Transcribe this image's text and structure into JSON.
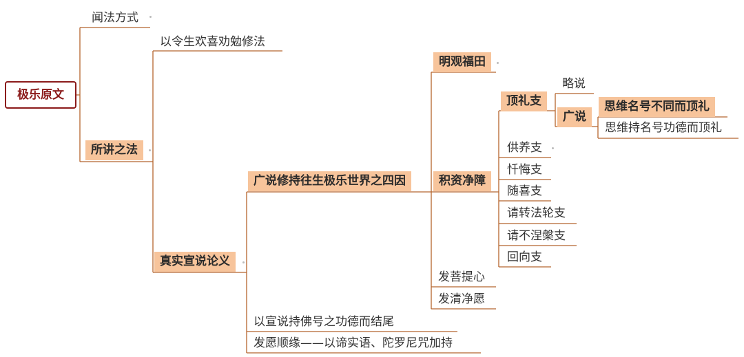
{
  "root": "极乐原文",
  "n1": "闻法方式",
  "n2": "所讲之法",
  "n2a": "以令生欢喜劝勉修法",
  "n2b": "真实宣说论义",
  "n3": "广说修持往生极乐世界之四因",
  "n3b": "以宣说持佛号之功德而结尾",
  "n3c": "发愿顺缘——以谛实语、陀罗尼咒加持",
  "c1": "明观福田",
  "c2": "积资净障",
  "c3": "发菩提心",
  "c4": "发清净愿",
  "d1": "顶礼支",
  "d2": "供养支",
  "d3": "忏悔支",
  "d4": "随喜支",
  "d5": "请转法轮支",
  "d6": "请不涅槃支",
  "d7": "回向支",
  "e1": "略说",
  "e2": "广说",
  "f1": "思维名号不同而顶礼",
  "f2": "思维持名号功德而顶礼",
  "colors": {
    "line": "#b5652d",
    "highlight": "#f7c49b",
    "root_border": "#8b1a1a"
  }
}
